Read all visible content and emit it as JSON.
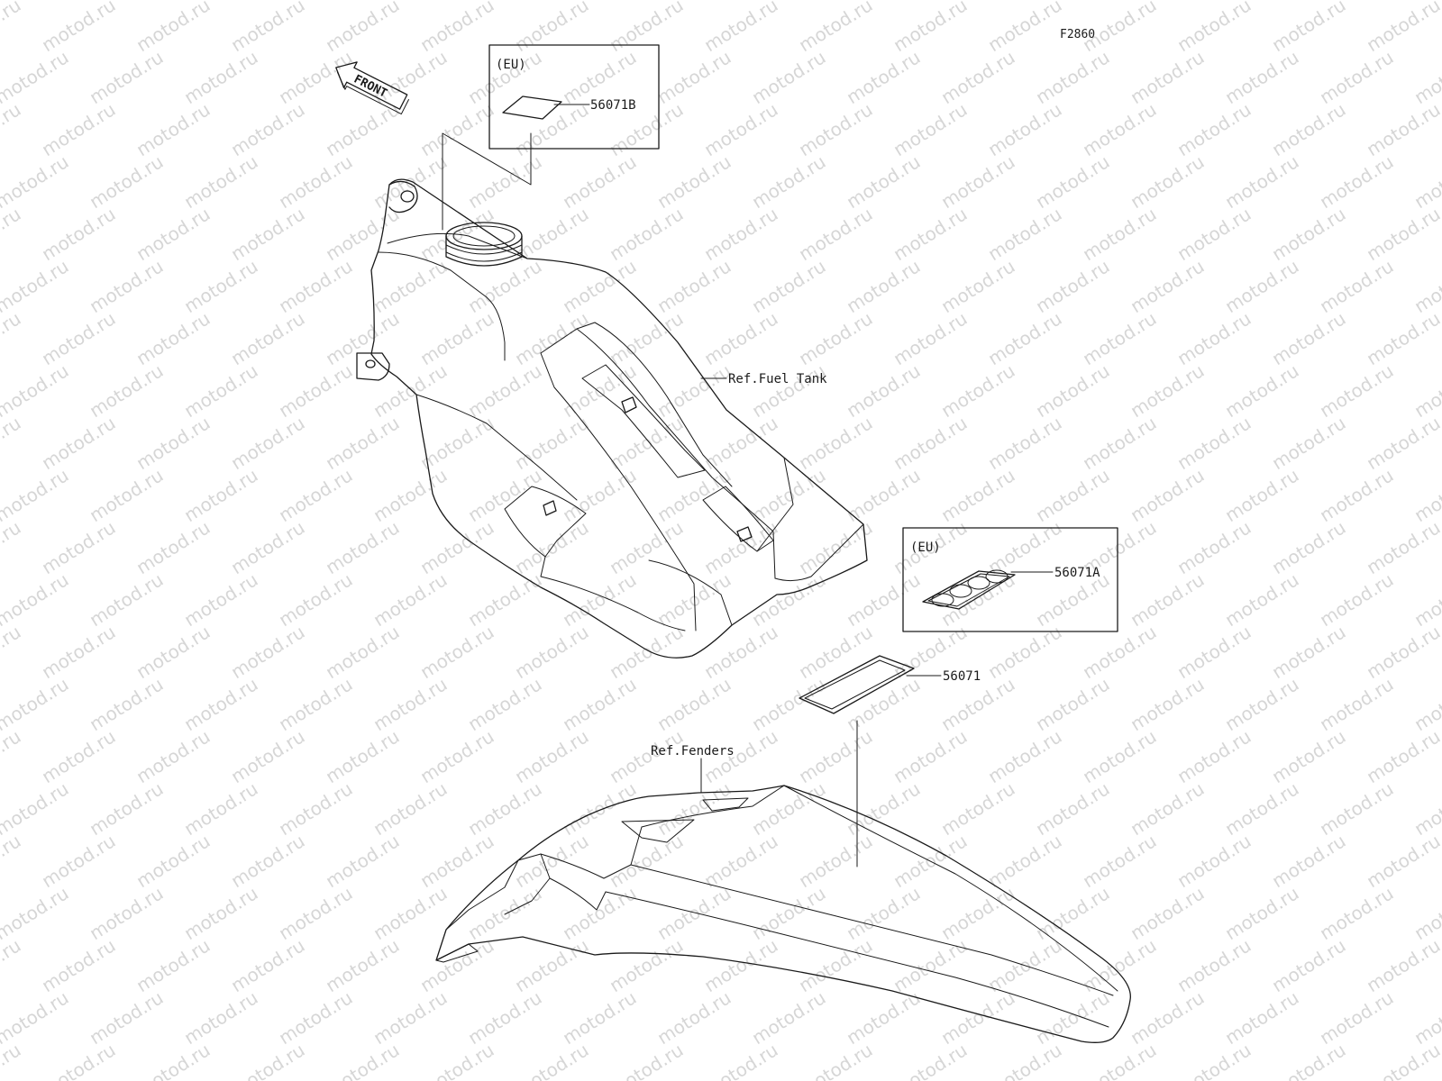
{
  "diagram": {
    "figure_code": "F2860",
    "front_arrow_label": "FRONT",
    "watermark_text": "motod.ru",
    "eu_label": "(EU)",
    "eu_label_2": "(EU)",
    "parts": {
      "p56071b": "56071B",
      "p56071a": "56071A",
      "p56071": "56071"
    },
    "refs": {
      "fuel_tank": "Ref.Fuel Tank",
      "fenders": "Ref.Fenders"
    }
  }
}
